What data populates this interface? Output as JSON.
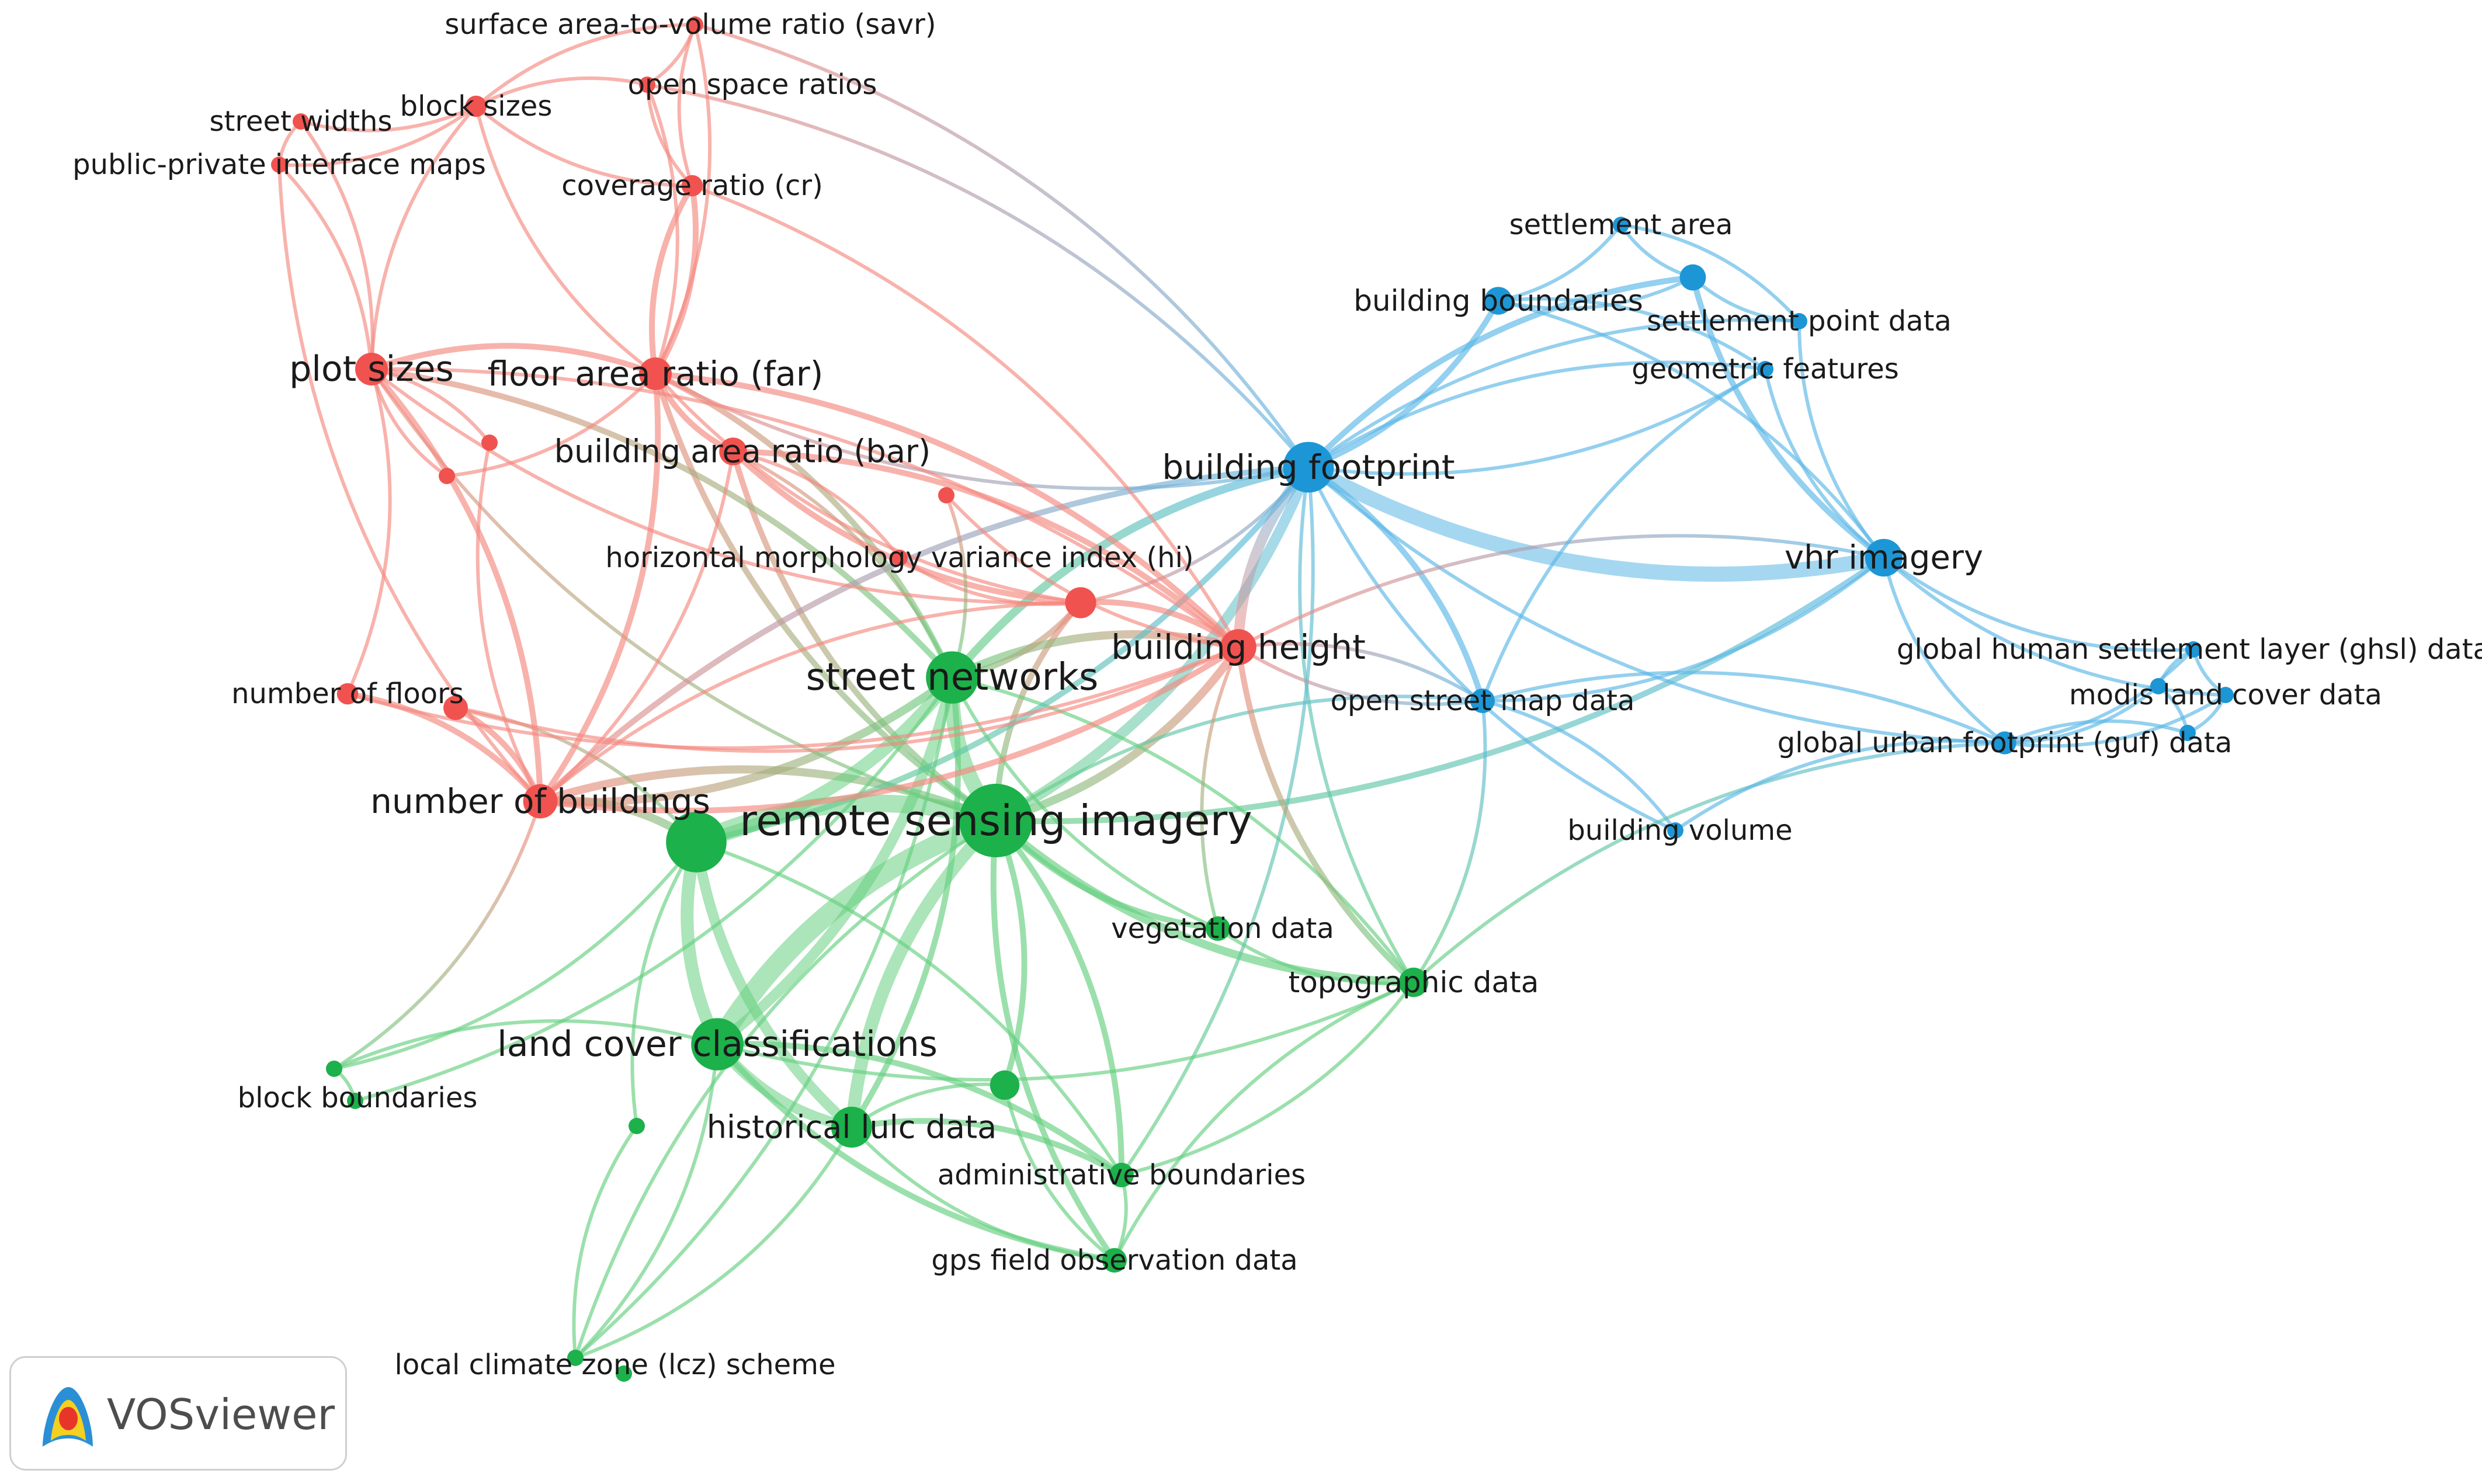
{
  "colors": {
    "red": "#f0534f",
    "green": "#1cb14b",
    "blue": "#1d96d6"
  },
  "nodes": [
    {
      "id": "savr",
      "label": "surface area-to-volume ratio (savr)",
      "c": "red",
      "w": 1
    },
    {
      "id": "osr",
      "label": "open space ratios",
      "c": "red",
      "w": 1
    },
    {
      "id": "bs",
      "label": "block sizes",
      "c": "red",
      "w": 1.3
    },
    {
      "id": "sw",
      "label": "street widths",
      "c": "red",
      "w": 1
    },
    {
      "id": "ppim",
      "label": "public-private interface maps",
      "c": "red",
      "w": 1
    },
    {
      "id": "cr",
      "label": "coverage ratio (cr)",
      "c": "red",
      "w": 1.3
    },
    {
      "id": "ps",
      "label": "plot sizes",
      "c": "red",
      "w": 2
    },
    {
      "id": "far",
      "label": "floor area ratio (far)",
      "c": "red",
      "w": 2
    },
    {
      "id": "bar",
      "label": "building area ratio (bar)",
      "c": "red",
      "w": 1.7
    },
    {
      "id": "u1",
      "label": "",
      "c": "red",
      "w": 1
    },
    {
      "id": "u2",
      "label": "",
      "c": "red",
      "w": 1
    },
    {
      "id": "u3",
      "label": "",
      "c": "red",
      "w": 1
    },
    {
      "id": "hi",
      "label": "horizontal morphology variance index (hi)",
      "c": "red",
      "w": 1
    },
    {
      "id": "u4",
      "label": "",
      "c": "red",
      "w": 1.9
    },
    {
      "id": "bh",
      "label": "building height",
      "c": "red",
      "w": 2.2
    },
    {
      "id": "nf",
      "label": "number of floors",
      "c": "red",
      "w": 1.3
    },
    {
      "id": "u5",
      "label": "",
      "c": "red",
      "w": 1.5
    },
    {
      "id": "nb",
      "label": "number of buildings",
      "c": "red",
      "w": 2.1
    },
    {
      "id": "sn",
      "label": "street networks",
      "c": "green",
      "w": 3.2
    },
    {
      "id": "rsi",
      "label": "remote sensing imagery",
      "c": "green",
      "w": 4.5
    },
    {
      "id": "g1",
      "label": "",
      "c": "green",
      "w": 3.7
    },
    {
      "id": "lcc",
      "label": "land cover classifications",
      "c": "green",
      "w": 3.2
    },
    {
      "id": "hl",
      "label": "historical lulc data",
      "c": "green",
      "w": 2.5
    },
    {
      "id": "g2",
      "label": "",
      "c": "green",
      "w": 1.8
    },
    {
      "id": "g3",
      "label": "",
      "c": "green",
      "w": 1
    },
    {
      "id": "bb",
      "label": "block boundaries",
      "c": "green",
      "w": 1
    },
    {
      "id": "g4",
      "label": "",
      "c": "green",
      "w": 1
    },
    {
      "id": "vd",
      "label": "vegetation data",
      "c": "green",
      "w": 1.5
    },
    {
      "id": "td",
      "label": "topographic data",
      "c": "green",
      "w": 1.8
    },
    {
      "id": "ab",
      "label": "administrative boundaries",
      "c": "green",
      "w": 1.5
    },
    {
      "id": "gps",
      "label": "gps field observation data",
      "c": "green",
      "w": 1.5
    },
    {
      "id": "lcz",
      "label": "local climate zone (lcz) scheme",
      "c": "green",
      "w": 1
    },
    {
      "id": "g5",
      "label": "",
      "c": "green",
      "w": 1
    },
    {
      "id": "bf",
      "label": "building footprint",
      "c": "blue",
      "w": 3.1
    },
    {
      "id": "vhr",
      "label": "vhr imagery",
      "c": "blue",
      "w": 2.3
    },
    {
      "id": "bbd",
      "label": "building boundaries",
      "c": "blue",
      "w": 1.7
    },
    {
      "id": "sa",
      "label": "settlement area",
      "c": "blue",
      "w": 1
    },
    {
      "id": "b1",
      "label": "",
      "c": "blue",
      "w": 1.6
    },
    {
      "id": "spd",
      "label": "settlement point data",
      "c": "blue",
      "w": 1
    },
    {
      "id": "gf",
      "label": "geometric features",
      "c": "blue",
      "w": 1
    },
    {
      "id": "osm",
      "label": "open street map data",
      "c": "blue",
      "w": 1.5
    },
    {
      "id": "bv",
      "label": "building volume",
      "c": "blue",
      "w": 1
    },
    {
      "id": "ghsl",
      "label": "global human settlement layer (ghsl) data",
      "c": "blue",
      "w": 1
    },
    {
      "id": "b2",
      "label": "",
      "c": "blue",
      "w": 1
    },
    {
      "id": "modis",
      "label": "modis land cover data",
      "c": "blue",
      "w": 1
    },
    {
      "id": "b3",
      "label": "",
      "c": "blue",
      "w": 1
    },
    {
      "id": "guf",
      "label": "global urban footprint (guf) data",
      "c": "blue",
      "w": 1.4
    }
  ],
  "links": [
    [
      "rsi",
      "sn",
      6
    ],
    [
      "rsi",
      "g1",
      7
    ],
    [
      "rsi",
      "lcc",
      8
    ],
    [
      "rsi",
      "hl",
      5
    ],
    [
      "rsi",
      "bf",
      4
    ],
    [
      "rsi",
      "bh",
      3
    ],
    [
      "rsi",
      "nb",
      3
    ],
    [
      "rsi",
      "td",
      3
    ],
    [
      "rsi",
      "vd",
      2
    ],
    [
      "rsi",
      "ab",
      2
    ],
    [
      "rsi",
      "gps",
      2
    ],
    [
      "rsi",
      "g2",
      2
    ],
    [
      "rsi",
      "far",
      2
    ],
    [
      "rsi",
      "bar",
      2
    ],
    [
      "rsi",
      "u4",
      2
    ],
    [
      "rsi",
      "vhr",
      2
    ],
    [
      "rsi",
      "osm",
      1
    ],
    [
      "rsi",
      "ps",
      1
    ],
    [
      "sn",
      "g1",
      5
    ],
    [
      "sn",
      "lcc",
      4
    ],
    [
      "sn",
      "bf",
      3
    ],
    [
      "sn",
      "bh",
      3
    ],
    [
      "sn",
      "nb",
      3
    ],
    [
      "sn",
      "far",
      2
    ],
    [
      "sn",
      "hl",
      2
    ],
    [
      "sn",
      "ps",
      2
    ],
    [
      "sn",
      "u4",
      2
    ],
    [
      "sn",
      "td",
      1
    ],
    [
      "sn",
      "bar",
      1
    ],
    [
      "g1",
      "lcc",
      5
    ],
    [
      "g1",
      "hl",
      4
    ],
    [
      "g1",
      "nb",
      3
    ],
    [
      "g1",
      "bf",
      2
    ],
    [
      "g1",
      "ab",
      1
    ],
    [
      "g1",
      "g3",
      1
    ],
    [
      "g1",
      "u5",
      1
    ],
    [
      "lcc",
      "hl",
      4
    ],
    [
      "lcc",
      "ab",
      2
    ],
    [
      "lcc",
      "gps",
      2
    ],
    [
      "lcc",
      "lcz",
      1
    ],
    [
      "lcc",
      "td",
      1
    ],
    [
      "lcc",
      "bb",
      1
    ],
    [
      "hl",
      "ab",
      2
    ],
    [
      "hl",
      "gps",
      1
    ],
    [
      "hl",
      "g2",
      1
    ],
    [
      "hl",
      "lcz",
      1
    ],
    [
      "bf",
      "vhr",
      6
    ],
    [
      "bf",
      "bbd",
      2
    ],
    [
      "bf",
      "b1",
      2
    ],
    [
      "bf",
      "bh",
      4
    ],
    [
      "bf",
      "osm",
      2
    ],
    [
      "bf",
      "bv",
      1
    ],
    [
      "bf",
      "spd",
      1
    ],
    [
      "bf",
      "gf",
      1
    ],
    [
      "bf",
      "far",
      1
    ],
    [
      "bf",
      "nb",
      2
    ],
    [
      "bf",
      "td",
      1
    ],
    [
      "bf",
      "guf",
      1
    ],
    [
      "bf",
      "savr",
      1
    ],
    [
      "bf",
      "osr",
      1
    ],
    [
      "bf",
      "u4",
      1
    ],
    [
      "bf",
      "ab",
      1
    ],
    [
      "vhr",
      "b1",
      2
    ],
    [
      "vhr",
      "bbd",
      1
    ],
    [
      "vhr",
      "ghsl",
      1
    ],
    [
      "vhr",
      "modis",
      1
    ],
    [
      "vhr",
      "guf",
      1
    ],
    [
      "vhr",
      "osm",
      1
    ],
    [
      "vhr",
      "bh",
      1
    ],
    [
      "vhr",
      "spd",
      1
    ],
    [
      "vhr",
      "gf",
      1
    ],
    [
      "b1",
      "bbd",
      1
    ],
    [
      "b1",
      "sa",
      1
    ],
    [
      "b1",
      "spd",
      1
    ],
    [
      "bbd",
      "sa",
      1
    ],
    [
      "bbd",
      "gf",
      1
    ],
    [
      "sa",
      "spd",
      1
    ],
    [
      "gf",
      "osm",
      1
    ],
    [
      "gf",
      "bf",
      1
    ],
    [
      "osm",
      "bv",
      1
    ],
    [
      "osm",
      "guf",
      1
    ],
    [
      "osm",
      "td",
      1
    ],
    [
      "osm",
      "bh",
      1
    ],
    [
      "guf",
      "ghsl",
      1
    ],
    [
      "guf",
      "modis",
      1
    ],
    [
      "guf",
      "b2",
      1
    ],
    [
      "guf",
      "b3",
      1
    ],
    [
      "guf",
      "td",
      1
    ],
    [
      "guf",
      "bv",
      1
    ],
    [
      "ghsl",
      "modis",
      1
    ],
    [
      "ghsl",
      "b2",
      1
    ],
    [
      "modis",
      "b3",
      1
    ],
    [
      "b2",
      "b3",
      1
    ],
    [
      "far",
      "bar",
      2
    ],
    [
      "far",
      "ps",
      2
    ],
    [
      "far",
      "cr",
      2
    ],
    [
      "far",
      "nb",
      2
    ],
    [
      "far",
      "bh",
      2
    ],
    [
      "far",
      "u4",
      1
    ],
    [
      "bar",
      "u4",
      2
    ],
    [
      "bar",
      "bh",
      2
    ],
    [
      "bar",
      "nb",
      1
    ],
    [
      "ps",
      "nb",
      2
    ],
    [
      "ps",
      "nf",
      1
    ],
    [
      "ps",
      "u1",
      1
    ],
    [
      "ps",
      "u2",
      1
    ],
    [
      "ps",
      "bh",
      1
    ],
    [
      "ps",
      "u4",
      1
    ],
    [
      "nb",
      "nf",
      2
    ],
    [
      "nb",
      "u5",
      2
    ],
    [
      "nb",
      "bh",
      2
    ],
    [
      "nb",
      "u4",
      1
    ],
    [
      "bs",
      "osr",
      1
    ],
    [
      "bs",
      "savr",
      1
    ],
    [
      "bs",
      "cr",
      1
    ],
    [
      "bs",
      "sw",
      1
    ],
    [
      "bs",
      "ppim",
      1
    ],
    [
      "bs",
      "far",
      1
    ],
    [
      "bs",
      "ps",
      1
    ],
    [
      "sw",
      "ppim",
      1
    ],
    [
      "sw",
      "ps",
      1
    ],
    [
      "ppim",
      "ps",
      1
    ],
    [
      "ppim",
      "nb",
      1
    ],
    [
      "cr",
      "far",
      2
    ],
    [
      "cr",
      "osr",
      1
    ],
    [
      "cr",
      "savr",
      1
    ],
    [
      "cr",
      "bh",
      1
    ],
    [
      "osr",
      "savr",
      1
    ],
    [
      "osr",
      "far",
      1
    ],
    [
      "savr",
      "far",
      1
    ],
    [
      "u4",
      "bh",
      2
    ],
    [
      "hi",
      "u4",
      1
    ],
    [
      "hi",
      "bar",
      1
    ],
    [
      "u3",
      "bh",
      1
    ],
    [
      "u3",
      "sn",
      1
    ],
    [
      "u1",
      "nb",
      1
    ],
    [
      "u2",
      "far",
      1
    ],
    [
      "nf",
      "bh",
      1
    ],
    [
      "u5",
      "bh",
      1
    ],
    [
      "bh",
      "td",
      2
    ],
    [
      "bh",
      "vd",
      1
    ],
    [
      "bh",
      "osm",
      1
    ],
    [
      "vd",
      "td",
      1
    ],
    [
      "vd",
      "sn",
      1
    ],
    [
      "td",
      "ab",
      1
    ],
    [
      "td",
      "gps",
      1
    ],
    [
      "ab",
      "gps",
      1
    ],
    [
      "gps",
      "g2",
      1
    ],
    [
      "lcz",
      "g3",
      1
    ],
    [
      "lcz",
      "sn",
      1
    ],
    [
      "lcz",
      "rsi",
      1
    ],
    [
      "bb",
      "g4",
      1
    ],
    [
      "bb",
      "nb",
      1
    ],
    [
      "bb",
      "g1",
      1
    ],
    [
      "g4",
      "sn",
      1
    ]
  ],
  "logo": {
    "text": "VOSviewer"
  }
}
